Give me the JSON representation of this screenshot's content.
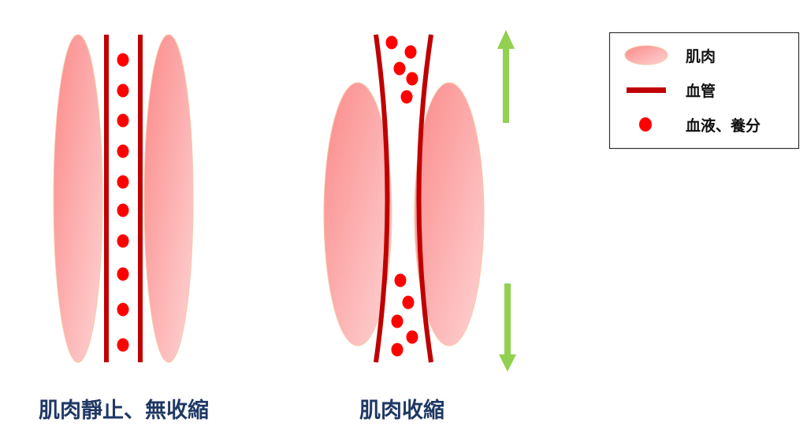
{
  "legend": {
    "items": [
      {
        "label": "肌肉",
        "icon": "muscle-ellipse-icon"
      },
      {
        "label": "血管",
        "icon": "vessel-line-icon"
      },
      {
        "label": "血液、養分",
        "icon": "blood-dot-icon"
      }
    ]
  },
  "captions": {
    "relaxed": "肌肉靜止、無收縮",
    "contracted": "肌肉收縮"
  },
  "colors": {
    "muscle_start": "#fb8a8a",
    "muscle_end": "#fdd0d0",
    "vessel": "#c00000",
    "blood": "#ff0000",
    "arrow": "#92d050",
    "caption": "#1f3864"
  }
}
